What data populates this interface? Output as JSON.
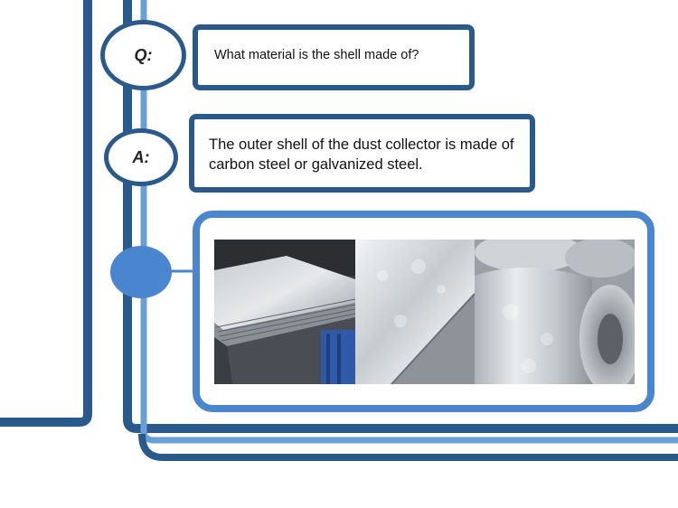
{
  "question": {
    "marker": "Q:",
    "text": "What material is the shell made of?"
  },
  "answer": {
    "marker": "A:",
    "text": "The outer shell of the dust collector is made of carbon steel or galvanized steel."
  },
  "photos": [
    {
      "subject": "stacked steel sheets"
    },
    {
      "subject": "galvanized steel sheet"
    },
    {
      "subject": "galvanized steel coil"
    }
  ],
  "colors": {
    "dark_blue": "#2a5a8c",
    "mid_blue": "#4a86cf",
    "light_blue": "#6a9fd8"
  }
}
